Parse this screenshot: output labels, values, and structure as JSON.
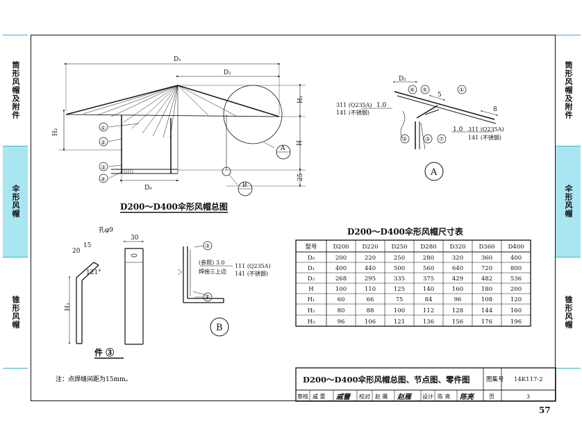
{
  "side_tabs": [
    {
      "label": "筒形风帽及附件",
      "active": false
    },
    {
      "label": "伞形风帽",
      "active": true
    },
    {
      "label": "锥形风帽",
      "active": false
    }
  ],
  "main_drawing": {
    "title": "D200～D400伞形风帽总图",
    "dim_d1": "D₁",
    "dim_d2": "D₂",
    "dim_d0": "D₀",
    "dim_h": "H",
    "dim_h1": "H₁",
    "dim_h2": "H₂",
    "dim_25": "25",
    "callout_a": "A",
    "callout_b": "B",
    "parts": [
      "①",
      "②",
      "③",
      "④"
    ]
  },
  "detail_a": {
    "label": "A",
    "d2": "D₂",
    "part_6": "⑥",
    "part_5": "⑤",
    "part_1": "①",
    "part_2": "②",
    "part_3": "③",
    "part_7": "⑦",
    "dim_5": "5",
    "dim_8": "8",
    "thk1": "1.0",
    "mat1a": "311 (Q235A)",
    "mat1b": "141 (不锈钢)",
    "thk2": "1.0",
    "mat2a": "311 (Q235A)",
    "mat2b": "141 (不锈钢)"
  },
  "part3": {
    "title": "件 ③",
    "hole": "孔φ9",
    "dim_20": "20",
    "dim_15": "15",
    "angle": "121°",
    "dim_30": "30",
    "dim_h3": "H₃"
  },
  "detail_b": {
    "label": "B",
    "part_3": "③",
    "part_4": "④",
    "weld1": "(参照) 3.0",
    "weld2": "焊接三上边",
    "mat1": "111 (Q235A)",
    "mat2": "141 (不锈钢)"
  },
  "dimension_table": {
    "title": "D200～D400伞形风帽尺寸表",
    "header": [
      "型号",
      "D200",
      "D220",
      "D250",
      "D280",
      "D320",
      "D360",
      "D400"
    ],
    "rows": [
      [
        "D₀",
        "200",
        "220",
        "250",
        "280",
        "320",
        "360",
        "400"
      ],
      [
        "D₁",
        "400",
        "440",
        "500",
        "560",
        "640",
        "720",
        "800"
      ],
      [
        "D₂",
        "268",
        "295",
        "335",
        "375",
        "429",
        "482",
        "536"
      ],
      [
        "H",
        "100",
        "110",
        "125",
        "140",
        "160",
        "180",
        "200"
      ],
      [
        "H₁",
        "60",
        "66",
        "75",
        "84",
        "96",
        "108",
        "120"
      ],
      [
        "H₂",
        "80",
        "88",
        "100",
        "112",
        "128",
        "144",
        "160"
      ],
      [
        "H₃",
        "96",
        "106",
        "121",
        "136",
        "156",
        "176",
        "196"
      ]
    ]
  },
  "note": "注：点焊缝间距为15mm。",
  "title_block": {
    "title": "D200～D400伞形风帽总图、节点图、零件图",
    "atlas_label": "图集号",
    "atlas_no": "14K117-2",
    "review_label": "审核",
    "reviewer": "戚 蕾",
    "review_sign": "戚蕾",
    "check_label": "校对",
    "checker": "赵 雁",
    "check_sign": "赵雁",
    "design_label": "设计",
    "designer": "陈 亮",
    "design_sign": "陈亮",
    "page_label": "页",
    "page_no": "3"
  },
  "page_number": "57"
}
